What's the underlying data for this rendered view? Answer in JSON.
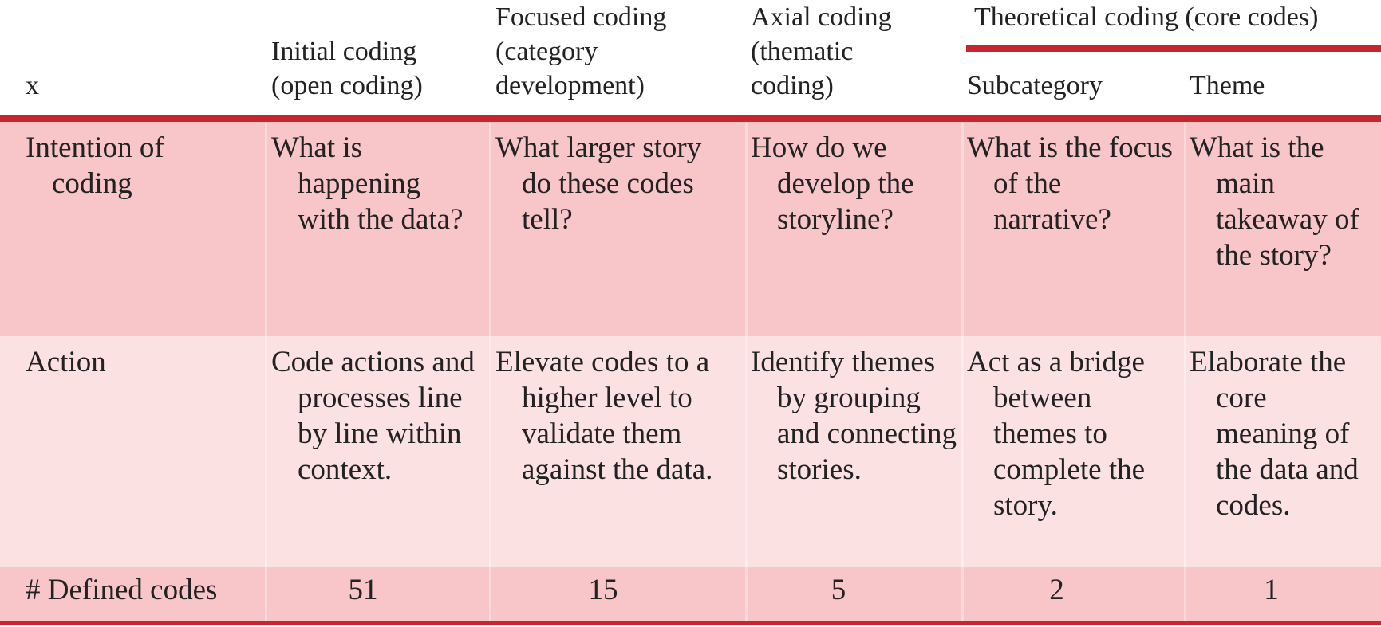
{
  "header": {
    "group_label": "Theoretical coding (core codes)",
    "corner": "x",
    "columns": [
      [
        "Initial coding",
        "(open coding)"
      ],
      [
        "Focused coding",
        "(category",
        "development)"
      ],
      [
        "Axial coding",
        "(thematic",
        "coding)"
      ],
      [
        "Subcategory"
      ],
      [
        "Theme"
      ]
    ]
  },
  "rows": [
    {
      "label": "Intention of coding",
      "cells": [
        "What is happening with the data?",
        "What larger story do these codes tell?",
        "How do we develop the storyline?",
        "What is the focus of the narrative?",
        "What is the main takeaway of the story?"
      ]
    },
    {
      "label": "Action",
      "cells": [
        "Code actions and processes line by line within context.",
        "Elevate codes to a higher level to validate them against the data.",
        "Identify themes by grouping and connecting stories.",
        "Act as a bridge between themes to complete the story.",
        "Elaborate the core meaning of the data and codes."
      ]
    },
    {
      "label": "# Defined codes",
      "cells": [
        "51",
        "15",
        "5",
        "2",
        "1"
      ]
    }
  ],
  "colors": {
    "accent": "#c8262f",
    "band_dark": "#f8c5c9",
    "band_light": "#fce1e3"
  }
}
